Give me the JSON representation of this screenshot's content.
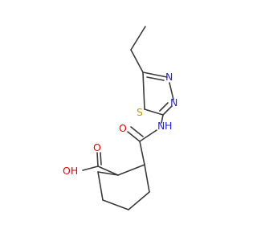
{
  "molecule": {
    "atoms": {
      "sulfur": "S",
      "nitrogen_ring_upper": "N",
      "nitrogen_ring_lower": "N",
      "amide_nitrogen": "N",
      "amide_hydrogen": "H",
      "carbonyl_oxygen": "O",
      "acid_carbonyl_oxygen": "O",
      "hydroxyl": "OH"
    }
  },
  "colors": {
    "bond": "#3a3a3a",
    "sulfur": "#b8a000",
    "nitrogen": "#2525e6",
    "oxygen": "#e60000"
  }
}
